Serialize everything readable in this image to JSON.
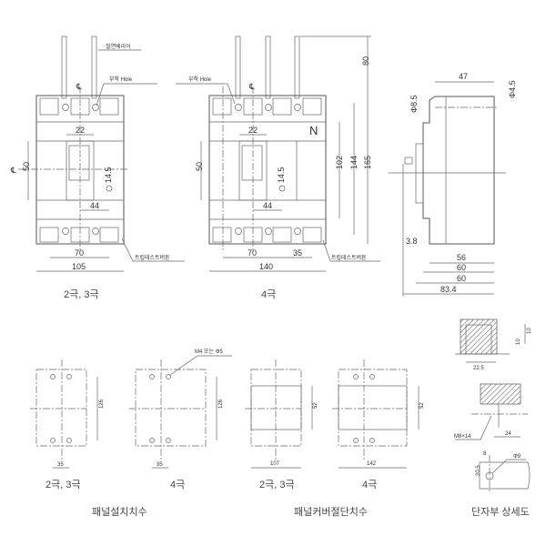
{
  "front_view_2_3": {
    "caption": "2극, 3극",
    "label_barrier": "절연베리어",
    "label_hole": "부착 Hole",
    "label_trip": "트립테스트버튼",
    "centerline": "℄",
    "dims": {
      "handle_width": "22",
      "height": "50",
      "offset": "14.5",
      "center_offset": "44",
      "pitch": "70",
      "width": "105"
    }
  },
  "front_view_4": {
    "caption": "4극",
    "label_hole": "부착 Hole",
    "label_trip": "트립테스트버튼",
    "neutral": "N",
    "centerline": "℄",
    "dims": {
      "handle_width": "22",
      "height": "50",
      "offset": "14.5",
      "center_offset": "44",
      "pitch": "70",
      "pitch_n": "35",
      "width": "140",
      "h102": "102",
      "h144": "144",
      "h165": "165",
      "h80": "80"
    }
  },
  "side_view": {
    "dims": {
      "d47": "47",
      "phi85": "Φ8.5",
      "phi45": "Φ4.5",
      "d38": "3.8",
      "d56": "56",
      "d60a": "60",
      "d60b": "60",
      "d834": "83.4"
    }
  },
  "panel_install": {
    "title": "패널설치치수",
    "left": {
      "caption": "2극, 3극",
      "d35": "35",
      "d126": "126"
    },
    "right": {
      "caption": "4극",
      "d35": "35",
      "d126": "126",
      "note": "M4 또는 Φ5"
    }
  },
  "panel_cutout": {
    "title": "패널커버절단치수",
    "left": {
      "caption": "2극, 3극",
      "d107": "107",
      "d52": "52"
    },
    "right": {
      "caption": "4극",
      "d142": "142",
      "d52": "52"
    }
  },
  "terminal_detail": {
    "title": "단자부 상세도",
    "d225": "22.5",
    "d10a": "10",
    "d10b": "10",
    "bolt": "M8×14",
    "d24": "24",
    "d8": "8",
    "phi9": "Φ9",
    "d205": "20.5"
  }
}
